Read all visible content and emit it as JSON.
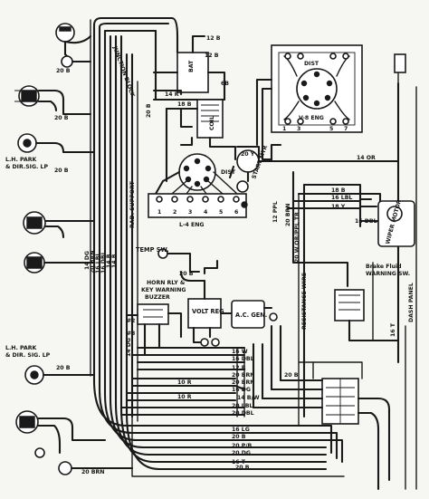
{
  "title": "",
  "components": {
    "junction_block": "JUNCTION BLOCK",
    "bat": "BAT",
    "coil": "COIL",
    "dist": "DIST",
    "dist_v8": "DIST",
    "v8_eng": "V-8 ENG",
    "l4_eng": "L-4 ENG",
    "start_mtr": "START MTR",
    "temp_sw": "TEMP SW.",
    "horn_rly": "HORN RLY &",
    "key_warning": "KEY WARNING",
    "buzzer": "BUZZER",
    "volt_reg": "VOLT REG",
    "ac_gen": "A.C. GEN.",
    "wiper_motor": "WIPER MOTOR",
    "brake_fluid": "Brake Fluid",
    "warning_sw": "WARNING SW.",
    "resistance_wire": "RESISTANCE WIRE",
    "rad_support": "RAD. SUPPORT",
    "dash_panel": "DASH PANEL",
    "lh_park_top_1": "L.H. PARK",
    "lh_park_top_2": "& DIR.SIG. LP",
    "lh_park_bot_1": "L.H. PARK",
    "lh_park_bot_2": "& DIR. SIG. LP"
  },
  "wire_labels": {
    "top_12b": "12 B",
    "top_12b_conn": "12 B",
    "top_20b": "20 B",
    "top_20b_2": "20 B",
    "top_14r": "14 R",
    "top_6b": "6B",
    "top_18b_coil": "18 B",
    "top_20y": "20 Y",
    "top_14or": "14 OR",
    "w_16lbl": "16 LBL",
    "w_18b_wiper": "18 B",
    "w_18y": "18 Y",
    "w_16dbl_wiper": "16 DBL",
    "w_12ppl": "12 PPL",
    "w_20brn": "20 BRN",
    "w_20wor": "20 W.OR/PPL TR",
    "left_14dg": "14 DG",
    "left_20brn": "20 BRN",
    "left_16lbl": "16 LBL",
    "left_16dbl": "16 DBL",
    "left_14b": "14 B",
    "left_14b2": "14 B",
    "left_20b": "20 B",
    "left_14dg_low": "14 DG",
    "mid_20b": "20 B",
    "mid_2": "#2",
    "mid_3": "#3",
    "mid_16w": "16 W",
    "mid_16dbl": "16 DBL",
    "mid_12r": "12 R",
    "mid_10r": "10 R",
    "mid_10r2": "10 R",
    "mid_20brn": "20 BRN",
    "mid_20brn2": "20 BRN",
    "mid_16dg": "16 DG",
    "mid_14bw": "14 B/W",
    "mid_20lbl": "20 LBL",
    "mid_20dbl": "20 DBL",
    "bot_16lg": "16 LG",
    "bot_20b": "20 B",
    "bot_20pb": "20 P/B",
    "bot_20dg": "20 DG",
    "bot_16t": "16 T",
    "bot_20brn": "20 BRN",
    "right_16t": "16 T",
    "right_20b": "20 B",
    "right_20b2": "20 B",
    "left_20b_top": "20 B",
    "left_20b_top2": "20 B"
  },
  "pins": {
    "l4": [
      "1",
      "2",
      "3",
      "4",
      "5",
      "6"
    ],
    "v8": [
      "1",
      "3",
      "5",
      "7"
    ]
  },
  "colors": {
    "ink": "#1a1a1a",
    "paper": "#f6f6f3"
  }
}
